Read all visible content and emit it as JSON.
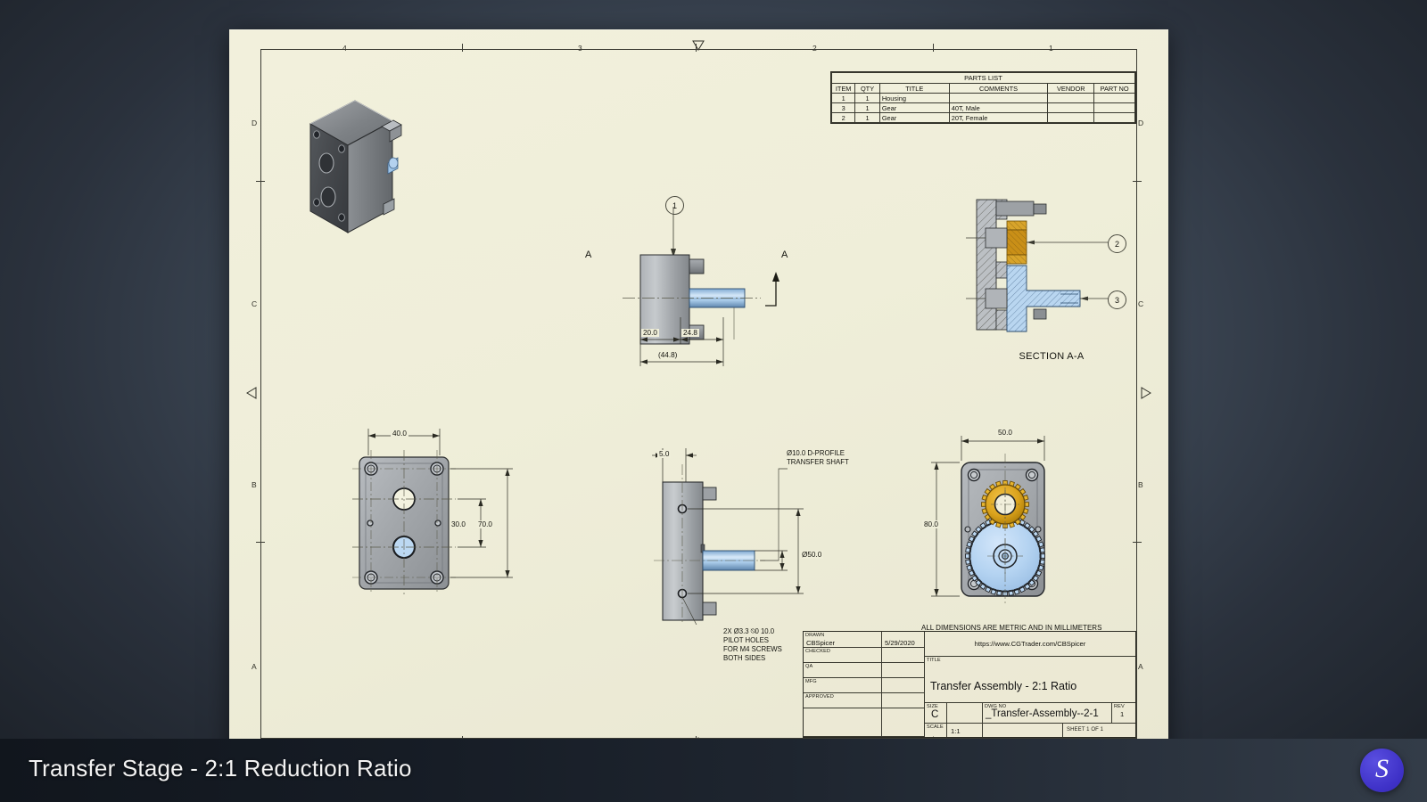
{
  "banner": {
    "caption": "Transfer Stage - 2:1 Reduction Ratio",
    "logo_glyph": "S",
    "logo_color": "#3f32c8"
  },
  "sheet": {
    "column_ticks": [
      "4",
      "3",
      "2",
      "1"
    ],
    "row_letters": [
      "D",
      "C",
      "B",
      "A"
    ],
    "general_note": "ALL DIMENSIONS ARE METRIC AND IN MILLIMETERS"
  },
  "parts_list": {
    "title": "PARTS LIST",
    "columns": [
      "ITEM",
      "QTY",
      "TITLE",
      "COMMENTS",
      "VENDOR",
      "PART NO"
    ],
    "rows": [
      {
        "item": "1",
        "qty": "1",
        "title": "Housing",
        "comments": "",
        "vendor": "",
        "part_no": ""
      },
      {
        "item": "3",
        "qty": "1",
        "title": "Gear",
        "comments": "40T, Male",
        "vendor": "",
        "part_no": ""
      },
      {
        "item": "2",
        "qty": "1",
        "title": "Gear",
        "comments": "20T, Female",
        "vendor": "",
        "part_no": ""
      }
    ]
  },
  "title_block": {
    "drawn_label": "DRAWN",
    "drawn_by": "CBSpicer",
    "drawn_date": "5/29/2020",
    "checked_label": "CHECKED",
    "checked_by": "",
    "checked_date": "",
    "qa_label": "QA",
    "qa_by": "",
    "qa_date": "",
    "mfg_label": "MFG",
    "mfg_by": "",
    "mfg_date": "",
    "approved_label": "APPROVED",
    "approved_by": "",
    "approved_date": "",
    "url": "https://www.CGTrader.com/CBSpicer",
    "title_label": "TITLE",
    "title_value": "Transfer Assembly - 2:1 Ratio",
    "size_label": "SIZE",
    "size_value": "C",
    "dwg_no_label": "DWG NO",
    "dwg_no_value": "_Transfer-Assembly--2-1",
    "rev_label": "REV",
    "rev_value": "1",
    "scale_label": "SCALE",
    "scale_value": "1:1",
    "sheet_label": "SHEET 1  OF 1"
  },
  "views": {
    "iso": {
      "name": "isometric-view"
    },
    "front_top": {
      "balloon": "1",
      "section_letter_left": "A",
      "section_letter_right": "A",
      "dims": [
        "20.0",
        "24.8",
        "(44.8)"
      ]
    },
    "section": {
      "label": "SECTION A-A",
      "balloons": [
        "2",
        "3"
      ]
    },
    "bottom_left": {
      "dims": [
        "40.0",
        "30.0",
        "70.0"
      ]
    },
    "bottom_middle": {
      "dims": [
        "5.0",
        "Ø50.0"
      ],
      "note_shaft": [
        "Ø10.0 D-PROFILE",
        "TRANSFER SHAFT"
      ],
      "note_holes": [
        "2X Ø3.3 ⍉0 10.0",
        "PILOT HOLES",
        "FOR M4 SCREWS",
        "BOTH SIDES"
      ]
    },
    "bottom_right": {
      "dims": [
        "50.0",
        "80.0"
      ]
    }
  }
}
